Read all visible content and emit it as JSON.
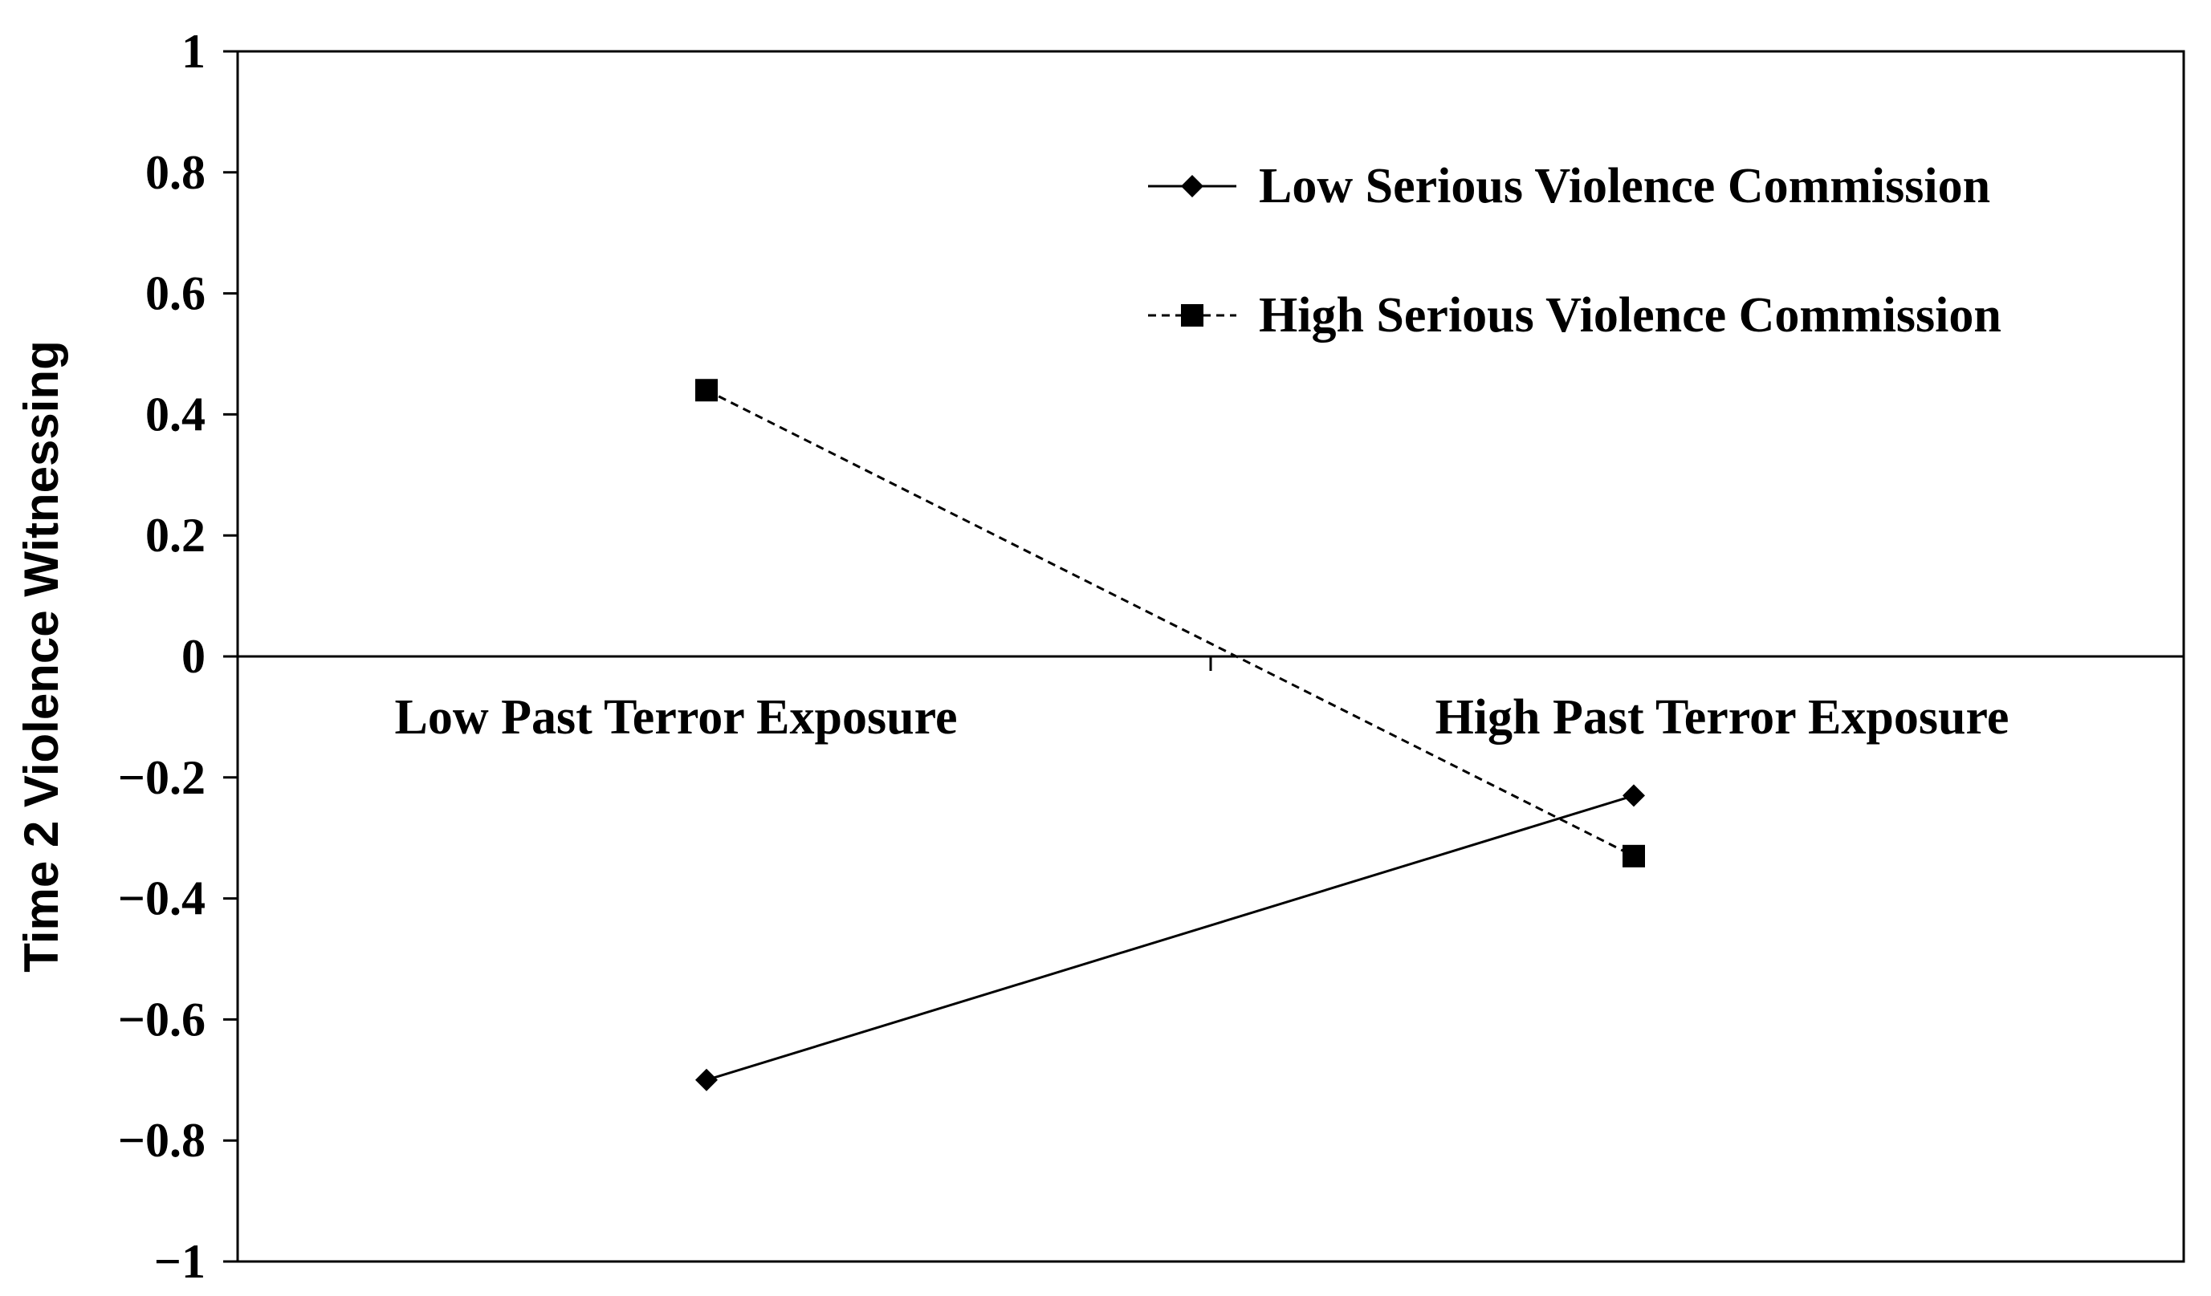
{
  "chart_data": {
    "type": "line",
    "title": "",
    "xlabel": "",
    "ylabel": "Time 2 Violence Witnessing",
    "categories": [
      "Low Past Terror Exposure",
      "High Past Terror Exposure"
    ],
    "ylim": [
      -1,
      1
    ],
    "yticks": [
      1,
      0.8,
      0.6,
      0.4,
      0.2,
      0,
      -0.2,
      -0.4,
      -0.6,
      -0.8,
      -1
    ],
    "ytick_labels": [
      "1",
      "0.8",
      "0.6",
      "0.4",
      "0.2",
      "0",
      "−0.2",
      "−0.4",
      "−0.6",
      "−0.8",
      "−1"
    ],
    "grid": false,
    "legend_position": "top-right",
    "series": [
      {
        "name": "Low Serious Violence Commission",
        "values": [
          -0.7,
          -0.23
        ],
        "marker": "diamond",
        "line_style": "solid",
        "color": "#000000"
      },
      {
        "name": "High Serious Violence Commission",
        "values": [
          0.44,
          -0.33
        ],
        "marker": "square",
        "line_style": "dashed",
        "color": "#000000"
      }
    ]
  }
}
